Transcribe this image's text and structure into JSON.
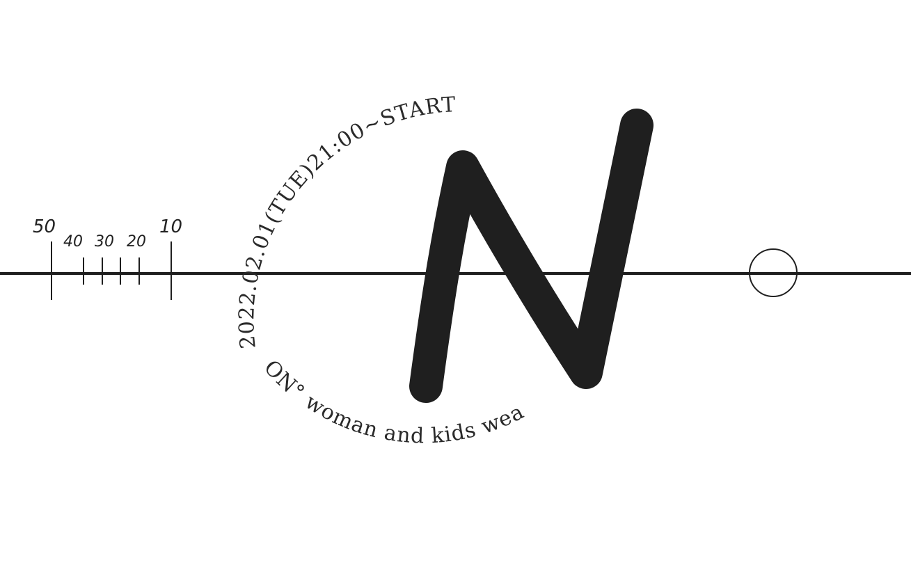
{
  "colors": {
    "background": "#ffffff",
    "ink": "#1f1f1f"
  },
  "scale": {
    "labels": [
      "50",
      "40",
      "30",
      "20",
      "10"
    ]
  },
  "circular_text": "2022.02.01(TUE)21:00~START",
  "circular_text_lower": "ON° woman and kids wear",
  "logo": {
    "letter_icon": "brush-letter-n-icon"
  },
  "marker": {
    "icon": "open-circle-icon"
  }
}
